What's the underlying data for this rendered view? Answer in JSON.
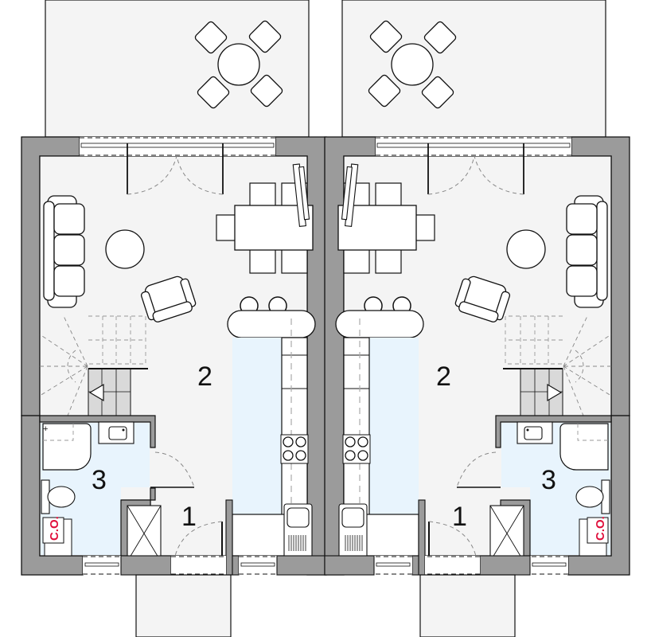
{
  "diagram": {
    "type": "floor-plan",
    "description": "Semi-detached house ground floor plan, two mirrored units",
    "colors": {
      "wall": "#9b9b9b",
      "floor": "#f4f4f4",
      "wet_floor": "#e8f4fd",
      "furniture": "#ffffff",
      "stair_fill": "#d9d9d9",
      "outline": "#111111",
      "co_label": "#e0103c"
    },
    "units": [
      {
        "name": "left-unit",
        "rooms": [
          {
            "number": "1",
            "name": "entrance-hall"
          },
          {
            "number": "2",
            "name": "living-dining-kitchen"
          },
          {
            "number": "3",
            "name": "bathroom"
          }
        ],
        "co_label": "C.O."
      },
      {
        "name": "right-unit",
        "rooms": [
          {
            "number": "1",
            "name": "entrance-hall"
          },
          {
            "number": "2",
            "name": "living-dining-kitchen"
          },
          {
            "number": "3",
            "name": "bathroom"
          }
        ],
        "co_label": "C.O."
      }
    ]
  }
}
